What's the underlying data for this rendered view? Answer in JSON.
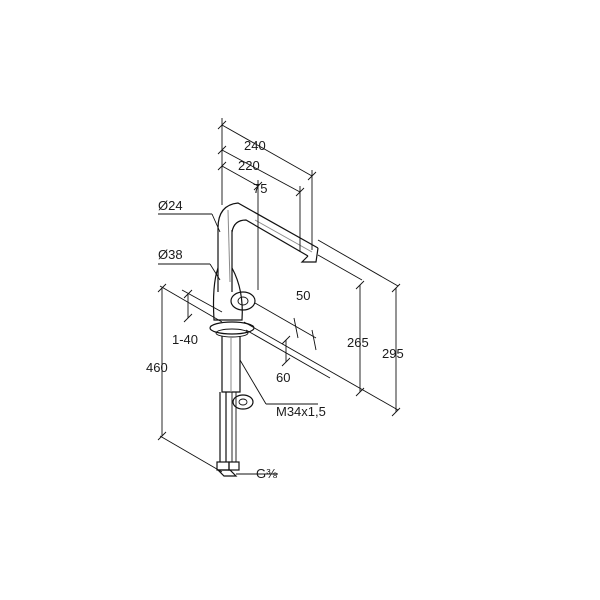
{
  "dimensions": {
    "width_total": "240",
    "reach": "220",
    "spout_offset": "75",
    "spout_diameter": "Ø24",
    "body_diameter": "Ø38",
    "swivel_depth": "50",
    "mount_thickness": "1-40",
    "under_depth": "60",
    "hose_length": "460",
    "spout_height": "265",
    "total_height": "295",
    "thread": "M34x1,5",
    "connection": "G⅜"
  },
  "colors": {
    "line": "#111111",
    "grey": "#8a8a8a",
    "background": "#ffffff"
  }
}
